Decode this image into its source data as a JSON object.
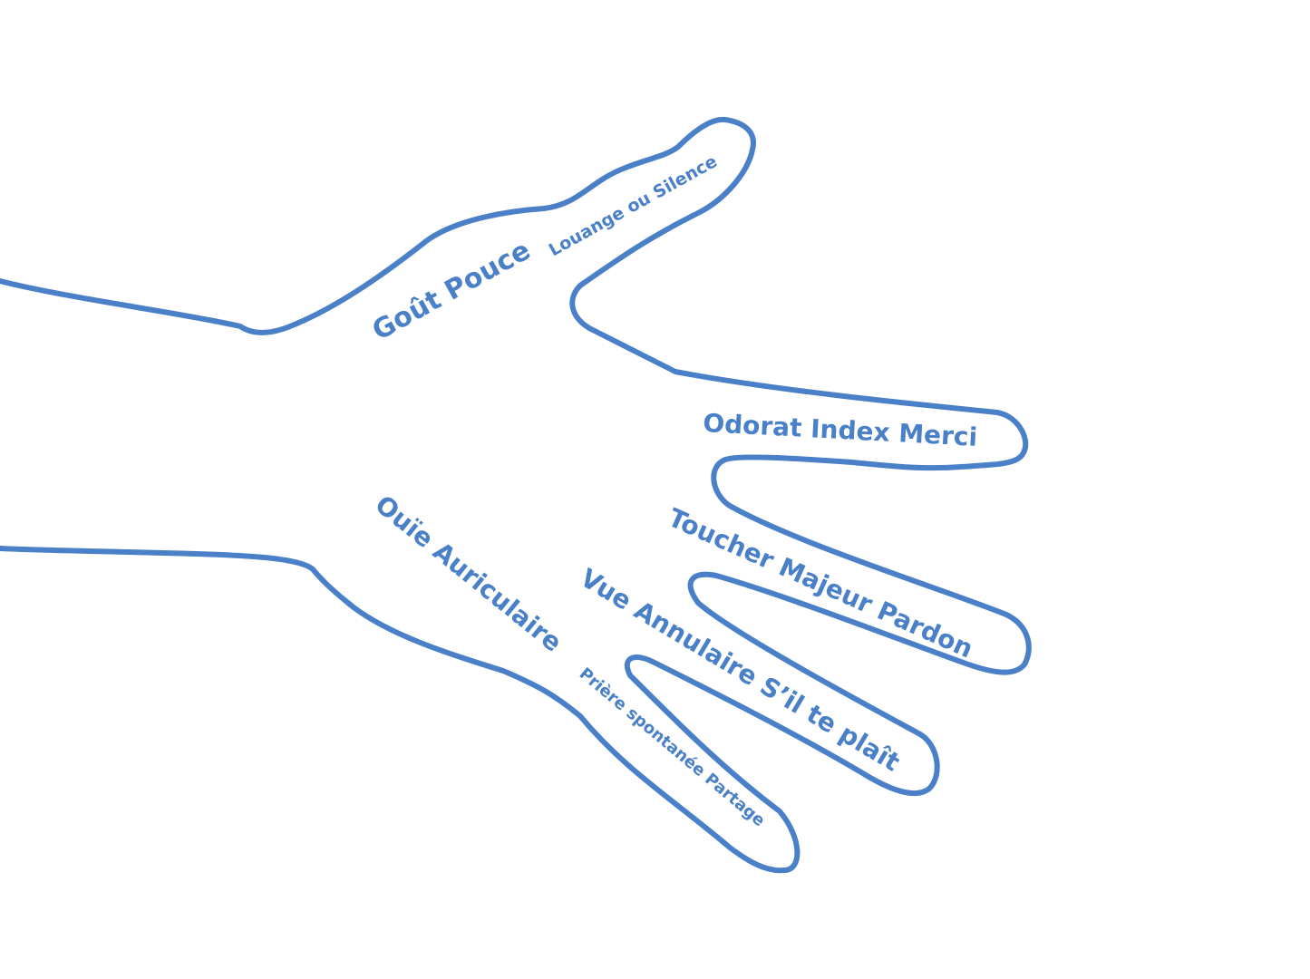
{
  "colors": {
    "background": "#ffffff",
    "accent": "#4a80c8"
  },
  "labels": {
    "thumb_main": "Goût Pouce",
    "thumb_sub": "Louange ou Silence",
    "index": "Odorat Index Merci",
    "middle": "Toucher Majeur Pardon",
    "ring": "Vue Annulaire S’il te plaît",
    "pinky_main": "Ouïe Auriculaire",
    "pinky_sub": "Prière spontanée Partage"
  }
}
